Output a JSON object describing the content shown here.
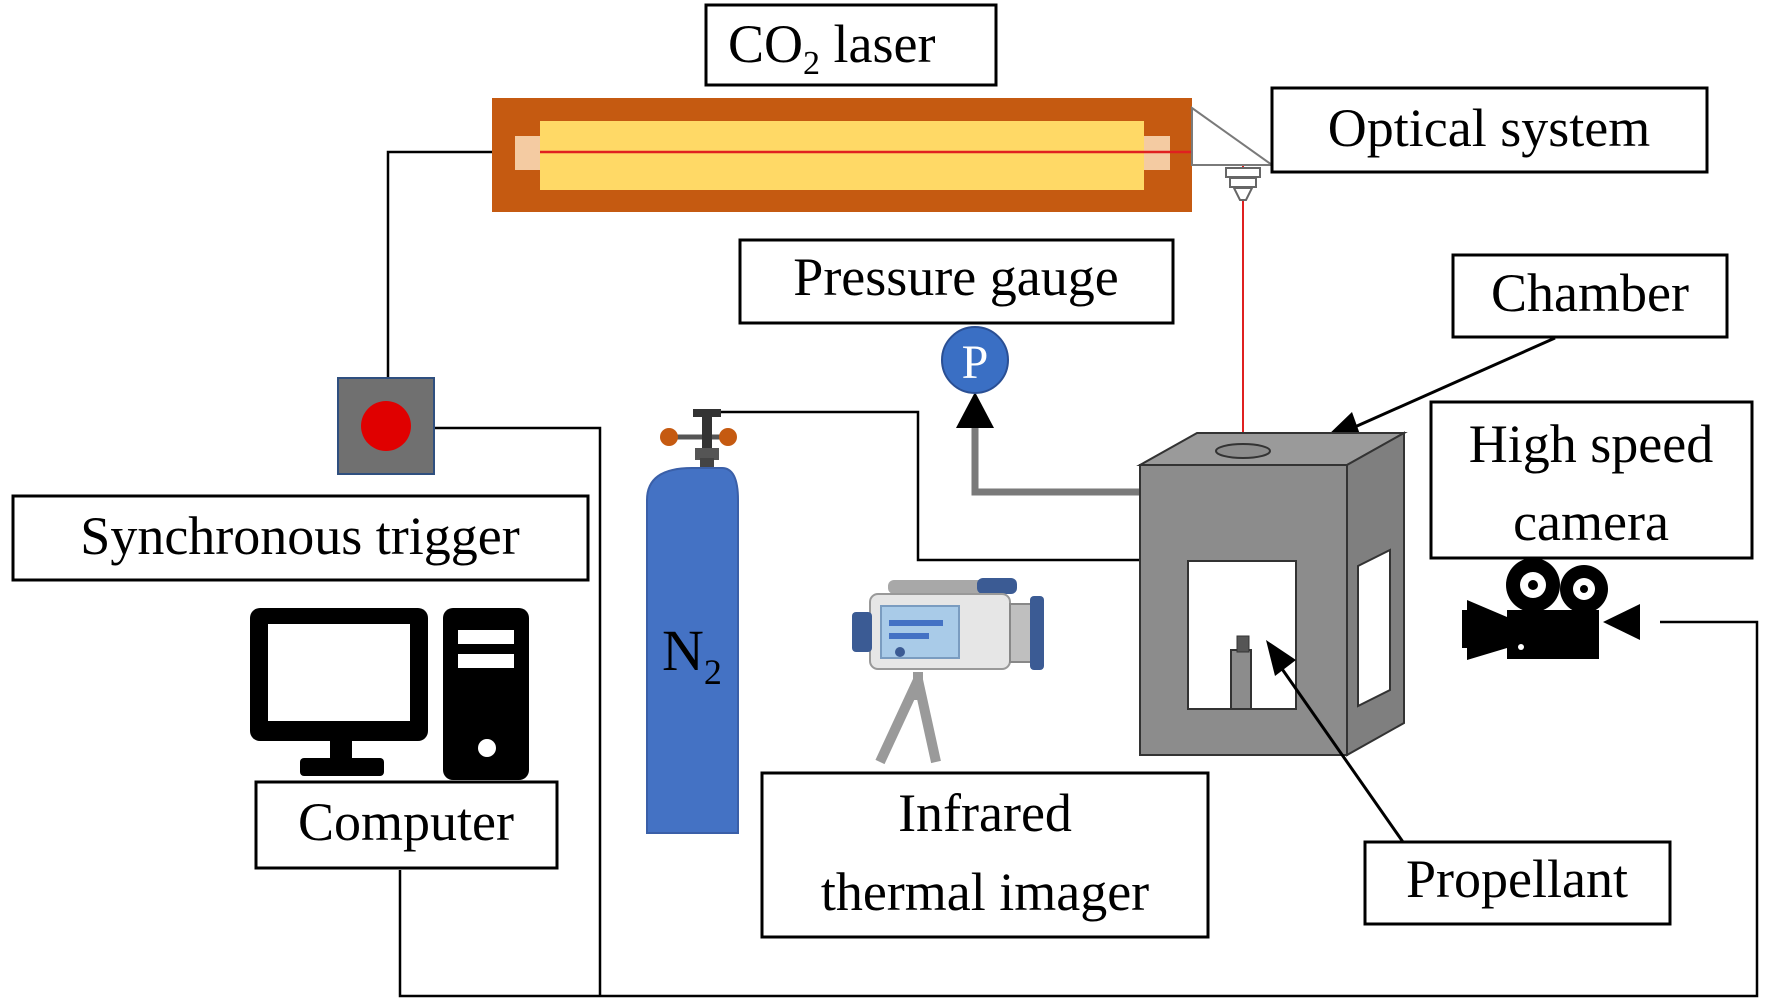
{
  "labels": {
    "co2_main": "CO",
    "co2_sub": "2",
    "co2_rest": " laser",
    "optical_system": "Optical system",
    "pressure_gauge": "Pressure gauge",
    "pressure_symbol": "P",
    "chamber": "Chamber",
    "high_speed_line1": "High speed",
    "high_speed_line2": "camera",
    "synchronous_trigger": "Synchronous trigger",
    "computer": "Computer",
    "n2_main": "N",
    "n2_sub": "2",
    "infrared_line1": "Infrared",
    "infrared_line2": "thermal imager",
    "propellant": "Propellant"
  },
  "colors": {
    "laser_body": "#c55a11",
    "laser_tube": "#ffd966",
    "laser_beam": "#e02020",
    "cylinder": "#4472c4",
    "chamber": "#8c8c8c",
    "trigger_box": "#707070",
    "trigger_button": "#e00000",
    "gauge": "#3a6fc4",
    "valve": "#c55a11"
  },
  "icons": {
    "computer": "desktop-computer-icon",
    "thermal_imager": "video-camera-tripod-icon",
    "high_speed_camera": "movie-camera-icon",
    "n2_cylinder": "gas-cylinder-icon",
    "pressure_gauge": "pressure-gauge-icon",
    "trigger": "push-button-icon"
  }
}
